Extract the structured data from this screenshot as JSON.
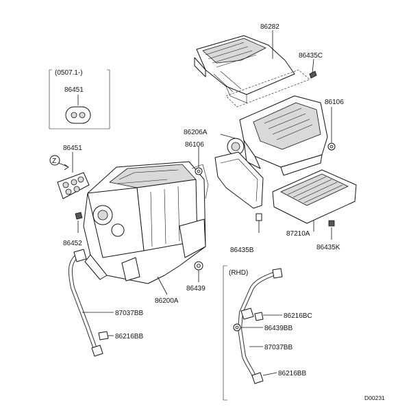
{
  "diagram": {
    "labels": {
      "p86282": "86282",
      "p86435C": "86435C",
      "p86106_top": "86106",
      "p86206A": "86206A",
      "p86106_mid": "86106",
      "p86451_box": "86451",
      "p86451": "86451",
      "p86452": "86452",
      "p86435B": "86435B",
      "p87210A": "87210A",
      "p86435K": "86435K",
      "p86439": "86439",
      "p86200A": "86200A",
      "p87037BB": "87037BB",
      "p86216BB": "86216BB",
      "p86216BC_rhd": "86216BC",
      "p86439BB_rhd": "86439BB",
      "p87037BB_rhd": "87037BB",
      "p86216BB_rhd": "86216BB"
    },
    "variant_note": "(0507.1-)",
    "rhd_note": "(RHD)",
    "view_marker": "Z",
    "diagram_code": "D00231"
  }
}
